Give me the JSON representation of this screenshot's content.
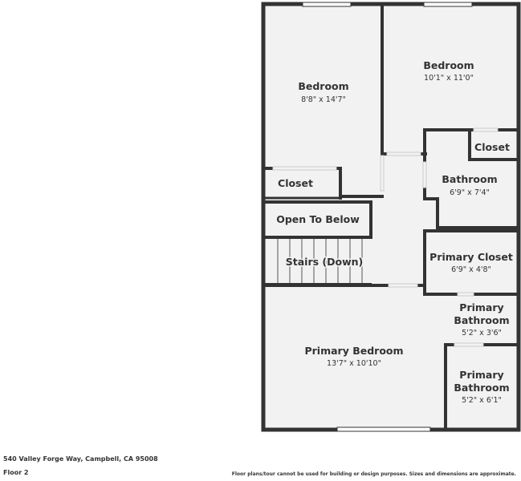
{
  "colors": {
    "wall": "#333333",
    "floor": "#f2f2f2",
    "background": "#ffffff",
    "text": "#333333"
  },
  "rooms": {
    "bedroom_left": {
      "name": "Bedroom",
      "dims": "8'8\" x 14'7\""
    },
    "bedroom_right": {
      "name": "Bedroom",
      "dims": "10'1\" x 11'0\""
    },
    "closet_right": {
      "name": "Closet"
    },
    "closet_left": {
      "name": "Closet"
    },
    "bathroom": {
      "name": "Bathroom",
      "dims": "6'9\" x 7'4\""
    },
    "open_to_below": {
      "name": "Open To Below"
    },
    "stairs": {
      "name": "Stairs (Down)"
    },
    "primary_closet": {
      "name": "Primary Closet",
      "dims": "6'9\" x 4'8\""
    },
    "primary_bath_1": {
      "name_line1": "Primary",
      "name_line2": "Bathroom",
      "dims": "5'2\" x 3'6\""
    },
    "primary_bedroom": {
      "name": "Primary Bedroom",
      "dims": "13'7\" x 10'10\""
    },
    "primary_bath_2": {
      "name_line1": "Primary",
      "name_line2": "Bathroom",
      "dims": "5'2\" x 6'1\""
    }
  },
  "footer": {
    "address": "540 Valley Forge Way, Campbell, CA 95008",
    "floor": "Floor 2",
    "disclaimer": "Floor plans/tour cannot be used for building or design purposes. Sizes and dimensions are approximate."
  }
}
